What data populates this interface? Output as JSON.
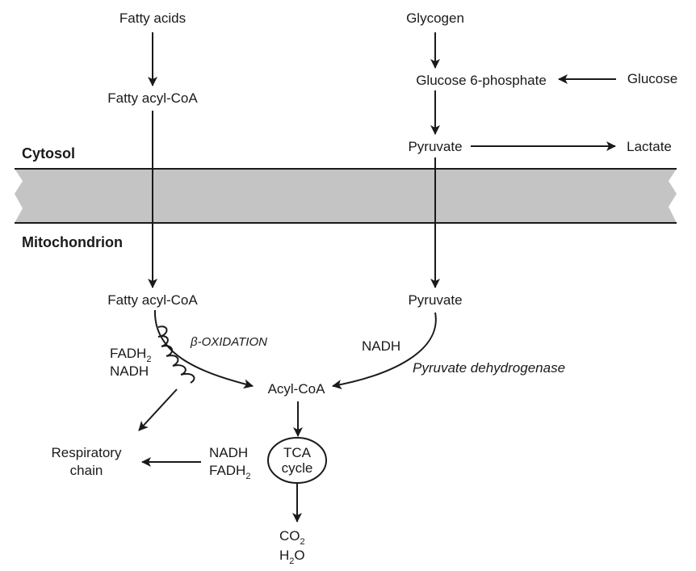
{
  "compartments": {
    "cytosol": "Cytosol",
    "mitochondrion": "Mitochondrion"
  },
  "nodes": {
    "fatty_acids": "Fatty acids",
    "fatty_acyl_coa_cyto": "Fatty acyl-CoA",
    "glycogen": "Glycogen",
    "glucose_6_phosphate": "Glucose 6-phosphate",
    "glucose": "Glucose",
    "pyruvate_cyto": "Pyruvate",
    "lactate": "Lactate",
    "fatty_acyl_coa_mito": "Fatty acyl-CoA",
    "pyruvate_mito": "Pyruvate",
    "acyl_coa": "Acyl-CoA",
    "tca_line1": "TCA",
    "tca_line2": "cycle",
    "respiratory_line1": "Respiratory",
    "respiratory_line2": "chain"
  },
  "labels": {
    "beta_oxidation": "β-OXIDATION",
    "pyruvate_dehydrogenase": "Pyruvate dehydrogenase",
    "beta_products": {
      "fadh_base": "FADH",
      "fadh_sub": "2",
      "nadh": "NADH"
    },
    "pdh_product": "NADH",
    "tca_products": {
      "nadh": "NADH",
      "fadh_base": "FADH",
      "fadh_sub": "2"
    },
    "co2": {
      "base": "CO",
      "sub": "2"
    },
    "h2o": {
      "h": "H",
      "sub": "2",
      "o": "O"
    }
  },
  "colors": {
    "membrane_fill": "#c4c4c4",
    "stroke": "#1a1a1a"
  }
}
